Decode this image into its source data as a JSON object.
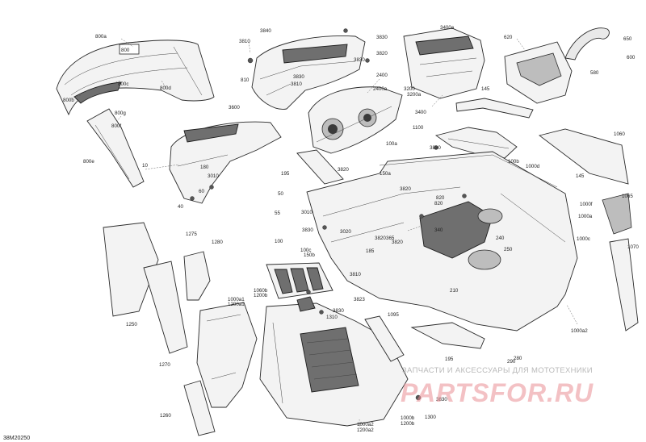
{
  "diagram": {
    "reference_code": "38M20250",
    "watermark": {
      "tagline": "ЗАПЧАСТИ И АКСЕССУАРЫ ДЛЯ МОТОТЕХНИКИ",
      "logo_text": "PARTSFOR.RU"
    },
    "callouts": [
      "800a",
      "800",
      "800c",
      "800d",
      "800b",
      "800g",
      "800f",
      "800e",
      "3840",
      "3810",
      "810",
      "3830",
      "3820",
      "3830",
      "3810",
      "3600",
      "3830",
      "2400",
      "2400a",
      "3200",
      "3200a",
      "3400",
      "3400a",
      "620",
      "650",
      "600",
      "580",
      "145",
      "1100",
      "3830",
      "100a",
      "100b",
      "1000d",
      "1060",
      "145",
      "1000f",
      "1065",
      "1000a",
      "1000c",
      "1070",
      "10",
      "180",
      "3010",
      "60",
      "40",
      "195",
      "3820",
      "150a",
      "50",
      "3820",
      "55",
      "3010",
      "3020",
      "820",
      "820",
      "340",
      "240",
      "250",
      "365",
      "3820",
      "3820",
      "3830",
      "100",
      "100c",
      "150b",
      "185",
      "3810",
      "210",
      "280",
      "1000a2",
      "1275",
      "1280",
      "1250",
      "1270",
      "1000a1",
      "1200a1",
      "1060b",
      "1200b",
      "3823",
      "3830",
      "1310",
      "1095",
      "195",
      "290",
      "1260",
      "1000a2",
      "1200a2",
      "1000b",
      "1200b",
      "1300",
      "3830"
    ]
  }
}
